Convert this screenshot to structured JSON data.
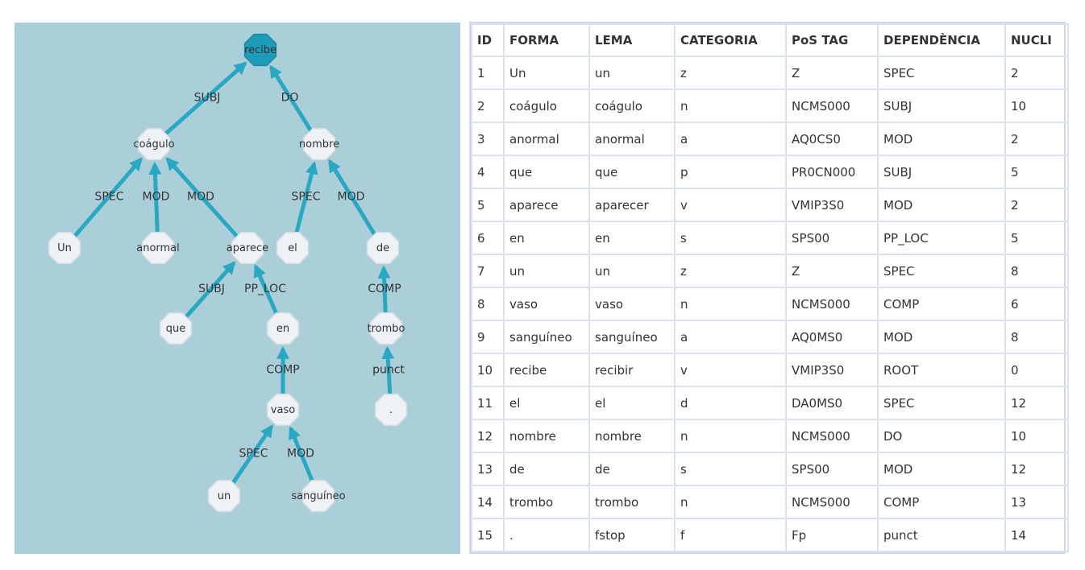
{
  "tree": {
    "nodes": [
      {
        "id": "n10",
        "label": "recibe",
        "root": true
      },
      {
        "id": "n2",
        "label": "coágulo"
      },
      {
        "id": "n12",
        "label": "nombre"
      },
      {
        "id": "n1",
        "label": "Un"
      },
      {
        "id": "n3",
        "label": "anormal"
      },
      {
        "id": "n5",
        "label": "aparece"
      },
      {
        "id": "n11",
        "label": "el"
      },
      {
        "id": "n13",
        "label": "de"
      },
      {
        "id": "n4",
        "label": "que"
      },
      {
        "id": "n6",
        "label": "en"
      },
      {
        "id": "n14",
        "label": "trombo"
      },
      {
        "id": "n8",
        "label": "vaso"
      },
      {
        "id": "n15",
        "label": "."
      },
      {
        "id": "n7",
        "label": "un"
      },
      {
        "id": "n9",
        "label": "sanguíneo"
      }
    ],
    "edges": [
      {
        "from": "n2",
        "to": "n10",
        "label": "SUBJ"
      },
      {
        "from": "n12",
        "to": "n10",
        "label": "DO"
      },
      {
        "from": "n1",
        "to": "n2",
        "label": "SPEC"
      },
      {
        "from": "n3",
        "to": "n2",
        "label": "MOD"
      },
      {
        "from": "n5",
        "to": "n2",
        "label": "MOD"
      },
      {
        "from": "n11",
        "to": "n12",
        "label": "SPEC"
      },
      {
        "from": "n13",
        "to": "n12",
        "label": "MOD"
      },
      {
        "from": "n4",
        "to": "n5",
        "label": "SUBJ"
      },
      {
        "from": "n6",
        "to": "n5",
        "label": "PP_LOC"
      },
      {
        "from": "n14",
        "to": "n13",
        "label": "COMP"
      },
      {
        "from": "n8",
        "to": "n6",
        "label": "COMP"
      },
      {
        "from": "n15",
        "to": "n14",
        "label": "punct"
      },
      {
        "from": "n7",
        "to": "n8",
        "label": "SPEC"
      },
      {
        "from": "n9",
        "to": "n8",
        "label": "MOD"
      }
    ]
  },
  "table": {
    "headers": [
      "ID",
      "FORMA",
      "LEMA",
      "CATEGORIA",
      "PoS TAG",
      "DEPENDÈNCIA",
      "NUCLI"
    ],
    "rows": [
      [
        "1",
        "Un",
        "un",
        "z",
        "Z",
        "SPEC",
        "2"
      ],
      [
        "2",
        "coágulo",
        "coágulo",
        "n",
        "NCMS000",
        "SUBJ",
        "10"
      ],
      [
        "3",
        "anormal",
        "anormal",
        "a",
        "AQ0CS0",
        "MOD",
        "2"
      ],
      [
        "4",
        "que",
        "que",
        "p",
        "PR0CN000",
        "SUBJ",
        "5"
      ],
      [
        "5",
        "aparece",
        "aparecer",
        "v",
        "VMIP3S0",
        "MOD",
        "2"
      ],
      [
        "6",
        "en",
        "en",
        "s",
        "SPS00",
        "PP_LOC",
        "5"
      ],
      [
        "7",
        "un",
        "un",
        "z",
        "Z",
        "SPEC",
        "8"
      ],
      [
        "8",
        "vaso",
        "vaso",
        "n",
        "NCMS000",
        "COMP",
        "6"
      ],
      [
        "9",
        "sanguíneo",
        "sanguíneo",
        "a",
        "AQ0MS0",
        "MOD",
        "8"
      ],
      [
        "10",
        "recibe",
        "recibir",
        "v",
        "VMIP3S0",
        "ROOT",
        "0"
      ],
      [
        "11",
        "el",
        "el",
        "d",
        "DA0MS0",
        "SPEC",
        "12"
      ],
      [
        "12",
        "nombre",
        "nombre",
        "n",
        "NCMS000",
        "DO",
        "10"
      ],
      [
        "13",
        "de",
        "de",
        "s",
        "SPS00",
        "MOD",
        "12"
      ],
      [
        "14",
        "trombo",
        "trombo",
        "n",
        "NCMS000",
        "COMP",
        "13"
      ],
      [
        "15",
        ".",
        "fstop",
        "f",
        "Fp",
        "punct",
        "14"
      ]
    ]
  },
  "colors": {
    "panel_bg": "#abcfd8",
    "edge": "#2aa7c2",
    "node_fill": "#eef2f4",
    "root_fill": "#1d9bb8"
  }
}
